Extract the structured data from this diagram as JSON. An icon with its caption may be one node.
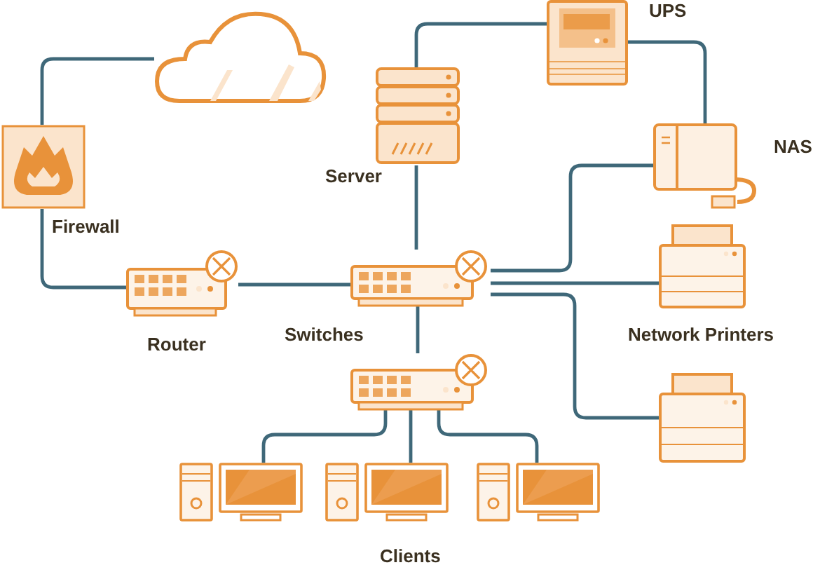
{
  "diagram": {
    "nodes": [
      {
        "text": [],
        "shape": "cloud"
      },
      {
        "text": [],
        "shape": "picture",
        "beside": [
          "Firewall"
        ]
      },
      {
        "text": [],
        "shape": "picture",
        "beside": [
          "Router"
        ]
      },
      {
        "text": [],
        "shape": "picture",
        "beside": [
          "Switches"
        ]
      },
      {
        "text": [],
        "shape": "picture",
        "beside": [
          "Server"
        ]
      },
      {
        "text": [],
        "shape": "picture",
        "beside": [
          "UPS"
        ]
      },
      {
        "text": [],
        "shape": "picture",
        "beside": [
          "NAS"
        ]
      },
      {
        "text": [],
        "shape": "picture",
        "beside": [
          "Network Printers"
        ]
      },
      {
        "text": [],
        "shape": "picture"
      },
      {
        "text": [],
        "shape": "picture"
      },
      {
        "text": [],
        "shape": "picture"
      },
      {
        "text": [],
        "shape": "picture",
        "beside": [
          "Clients"
        ]
      },
      {
        "text": [],
        "shape": "picture"
      }
    ],
    "edges": [
      {
        "from": 0,
        "to": 1,
        "arrow": "none"
      },
      {
        "from": 1,
        "to": 2,
        "arrow": "none"
      },
      {
        "from": 2,
        "to": 3,
        "arrow": "none"
      },
      {
        "from": 4,
        "to": 3,
        "arrow": "none"
      },
      {
        "from": 4,
        "to": 5,
        "arrow": "none"
      },
      {
        "from": 5,
        "to": 6,
        "arrow": "none"
      },
      {
        "from": 3,
        "to": 6,
        "arrow": "none"
      },
      {
        "from": 3,
        "to": 7,
        "arrow": "none"
      },
      {
        "from": 3,
        "to": 8,
        "arrow": "none"
      },
      {
        "from": 3,
        "to": 9,
        "arrow": "none"
      },
      {
        "from": 9,
        "to": 10,
        "arrow": "none"
      },
      {
        "from": 9,
        "to": 11,
        "arrow": "none"
      },
      {
        "from": 9,
        "to": 12,
        "arrow": "none"
      }
    ]
  }
}
